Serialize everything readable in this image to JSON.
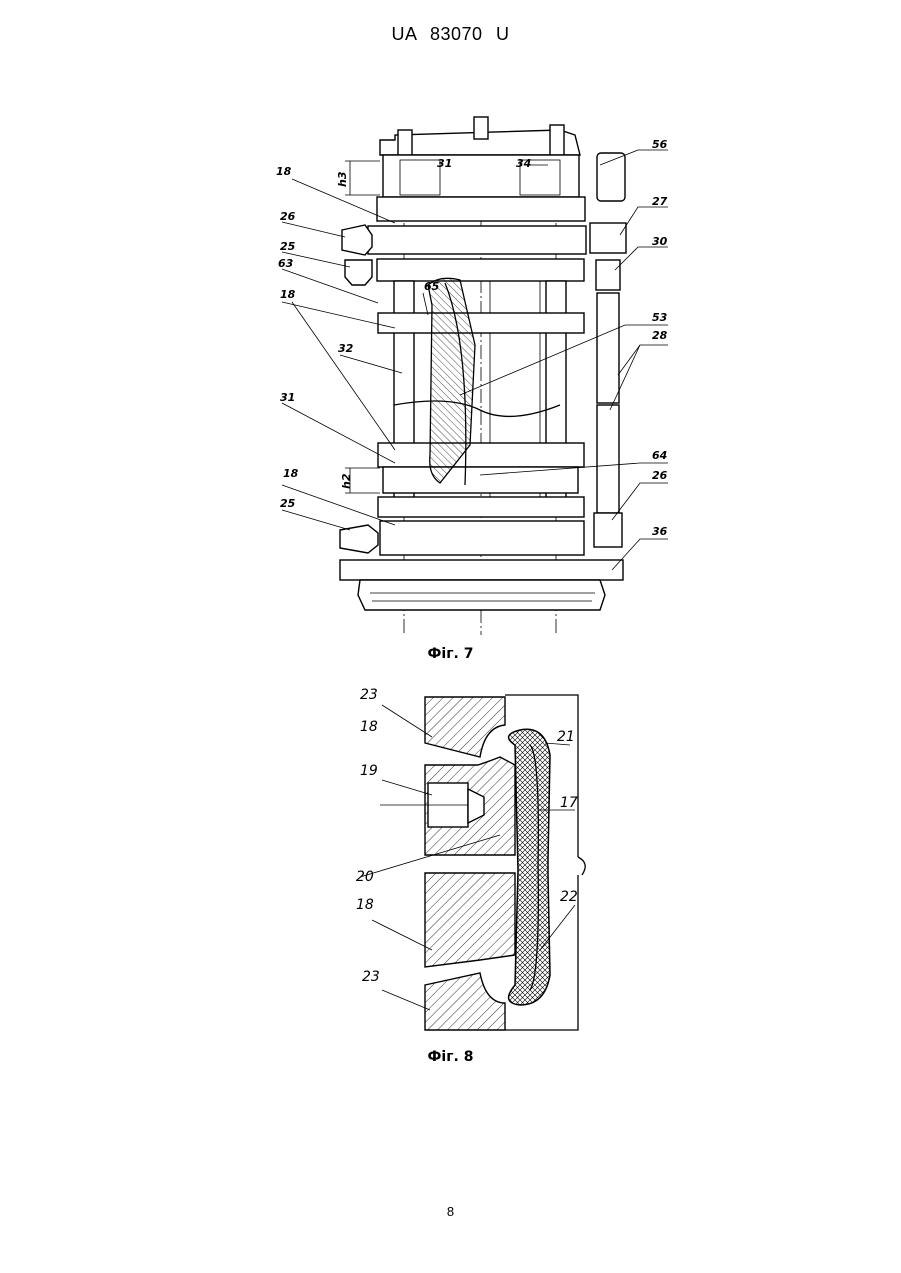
{
  "header": {
    "text": "UA   83070   U"
  },
  "figure7": {
    "caption": "Фіг. 7",
    "labels": {
      "l56": "56",
      "l18a": "18",
      "l27": "27",
      "l26a": "26",
      "l30": "30",
      "l25a": "25",
      "l63": "63",
      "l65": "65",
      "l18b": "18",
      "l53": "53",
      "l28": "28",
      "l32": "32",
      "l31a": "31",
      "l31b": "31",
      "l34": "34",
      "l64": "64",
      "l18c": "18",
      "l26b": "26",
      "l25b": "25",
      "l36": "36",
      "h3": "h3",
      "h2": "h2"
    }
  },
  "figure8": {
    "caption": "Фіг. 8",
    "labels": {
      "l23a": "23",
      "l18a": "18",
      "l21": "21",
      "l19": "19",
      "l17": "17",
      "l20": "20",
      "l18b": "18",
      "l22": "22",
      "l23b": "23"
    }
  },
  "footer": {
    "page_number": "8"
  }
}
